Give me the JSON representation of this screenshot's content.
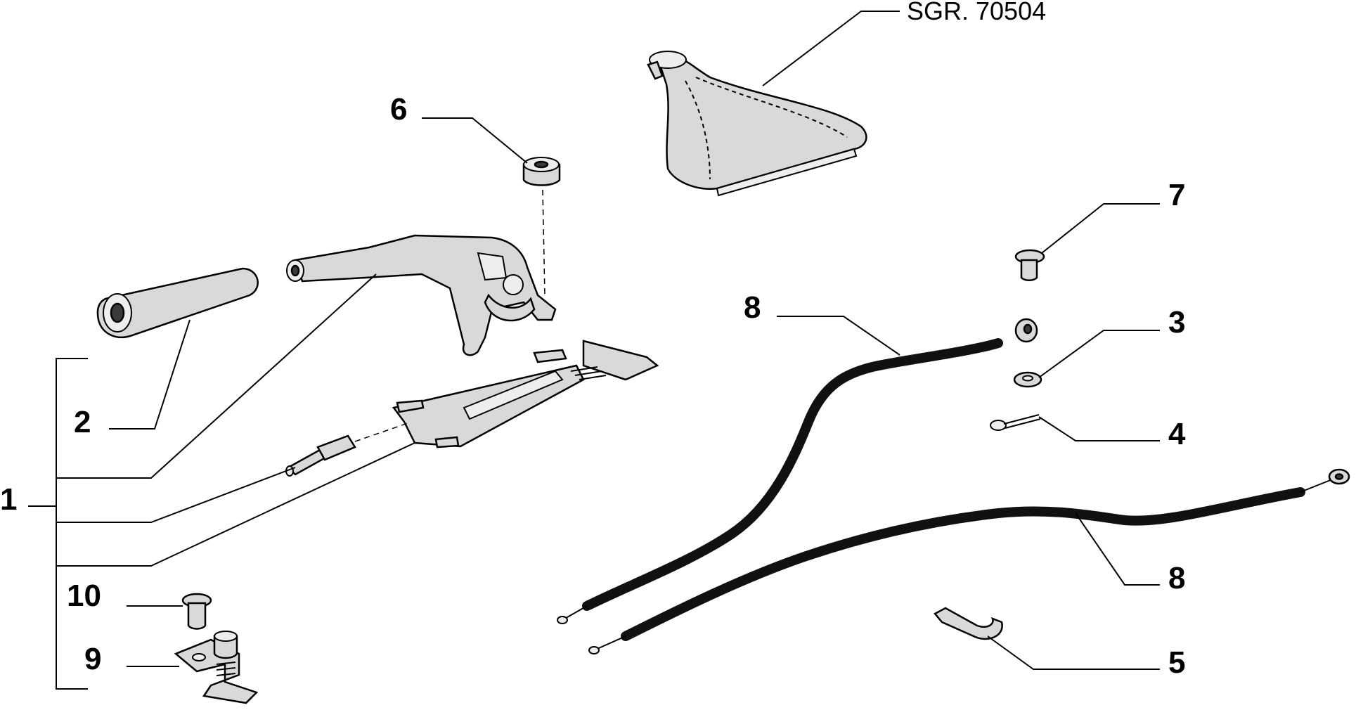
{
  "reference": "SGR. 70504",
  "callouts": {
    "c1": "1",
    "c2": "2",
    "c3": "3",
    "c4": "4",
    "c5": "5",
    "c6": "6",
    "c7": "7",
    "c8a": "8",
    "c8b": "8",
    "c9": "9",
    "c10": "10"
  }
}
